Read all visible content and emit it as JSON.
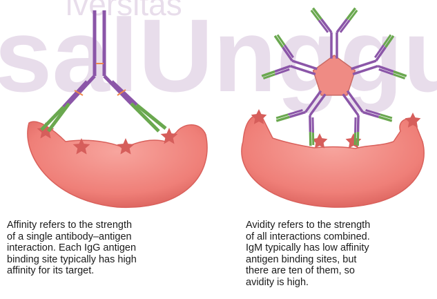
{
  "watermark": {
    "line1": "iversitas",
    "line2": "salUnggul"
  },
  "colors": {
    "cell": "#ef7f78",
    "cell_dark": "#d9605b",
    "antigen": "#d65e5b",
    "heavy_chain": "#8b56a8",
    "variable_region": "#6aa84f",
    "disulfide": "#f08a4b",
    "pentagon": "#ef8b84",
    "watermark": "#d7c3dc"
  },
  "panels": {
    "affinity": {
      "caption": "Affinity refers to the strength\nof a single antibody–antigen\ninteraction. Each IgG antigen\nbinding site typically has high\naffinity for its target."
    },
    "avidity": {
      "caption": "Avidity refers to the strength\nof all interactions combined.\nIgM typically has low affinity\nantigen binding sites, but\nthere are ten of them, so\navidity is high."
    }
  }
}
